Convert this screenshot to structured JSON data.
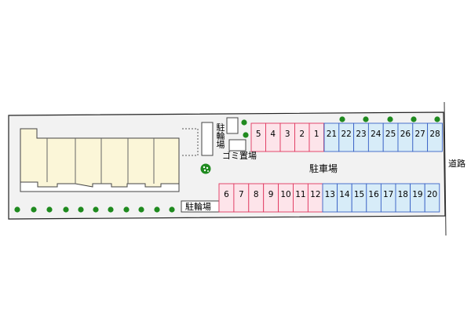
{
  "colors": {
    "site_fill": "#f2f2f2",
    "building_fill": "#fbf6d8",
    "pink_slot_fill": "#fde4ea",
    "pink_slot_stroke": "#e0375f",
    "blue_slot_fill": "#d7ecf8",
    "blue_slot_stroke": "#3a63c6",
    "tree": "#1f8a1f"
  },
  "labels": {
    "bicycle_parking_right": "駐輪場",
    "garbage": "ゴミ置場",
    "parking": "駐車場",
    "road": "道路",
    "bicycle_parking_bottom": "駐輪場"
  },
  "parking": {
    "top_pink": [
      "5",
      "4",
      "3",
      "2",
      "1"
    ],
    "top_blue": [
      "21",
      "22",
      "23",
      "24",
      "25",
      "26",
      "27",
      "28"
    ],
    "bottom_pink": [
      "6",
      "7",
      "8",
      "9",
      "10",
      "11",
      "12"
    ],
    "bottom_blue": [
      "13",
      "14",
      "15",
      "16",
      "17",
      "18",
      "19",
      "20"
    ]
  }
}
